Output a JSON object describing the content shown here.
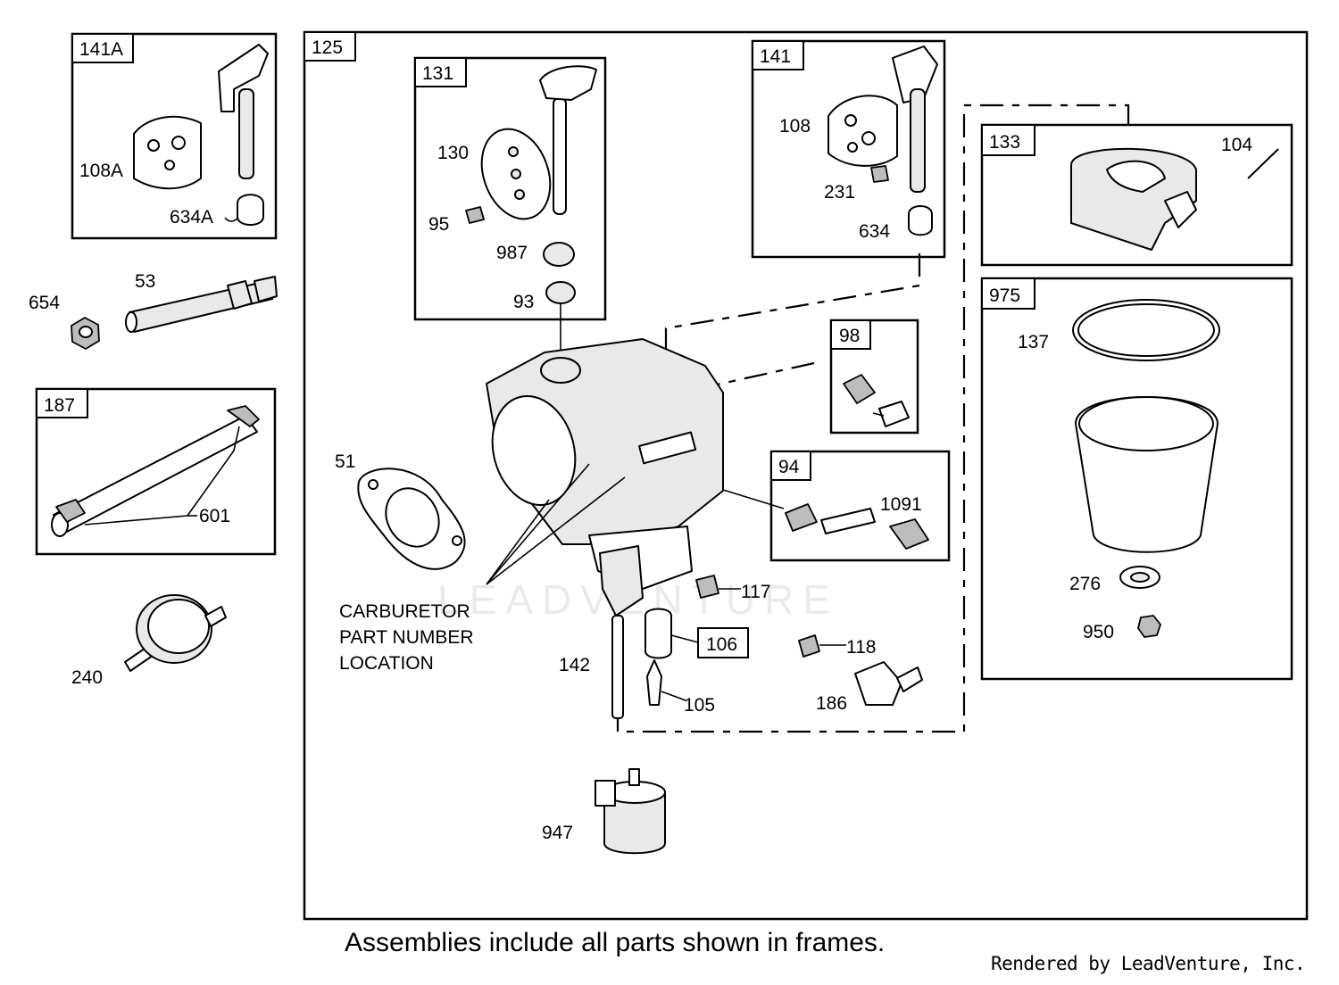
{
  "frames": {
    "f141A": "141A",
    "f125": "125",
    "f131": "131",
    "f141": "141",
    "f133": "133",
    "f975": "975",
    "f98": "98",
    "f94": "94",
    "f187": "187",
    "f106": "106"
  },
  "labels": {
    "p108A": "108A",
    "p634A": "634A",
    "p654": "654",
    "p53": "53",
    "p601": "601",
    "p240": "240",
    "p130": "130",
    "p95": "95",
    "p987": "987",
    "p93": "93",
    "p108": "108",
    "p231": "231",
    "p634": "634",
    "p104": "104",
    "p137": "137",
    "p276": "276",
    "p950": "950",
    "p51": "51",
    "p1091": "1091",
    "p117": "117",
    "p118": "118",
    "p142": "142",
    "p105": "105",
    "p186": "186",
    "p947": "947"
  },
  "callout": {
    "line1": "CARBURETOR",
    "line2": "PART NUMBER",
    "line3": "LOCATION"
  },
  "watermark": "LEADVENTURE",
  "footer_note": "Assemblies include all parts shown in frames.",
  "credit": "Rendered by LeadVenture, Inc."
}
